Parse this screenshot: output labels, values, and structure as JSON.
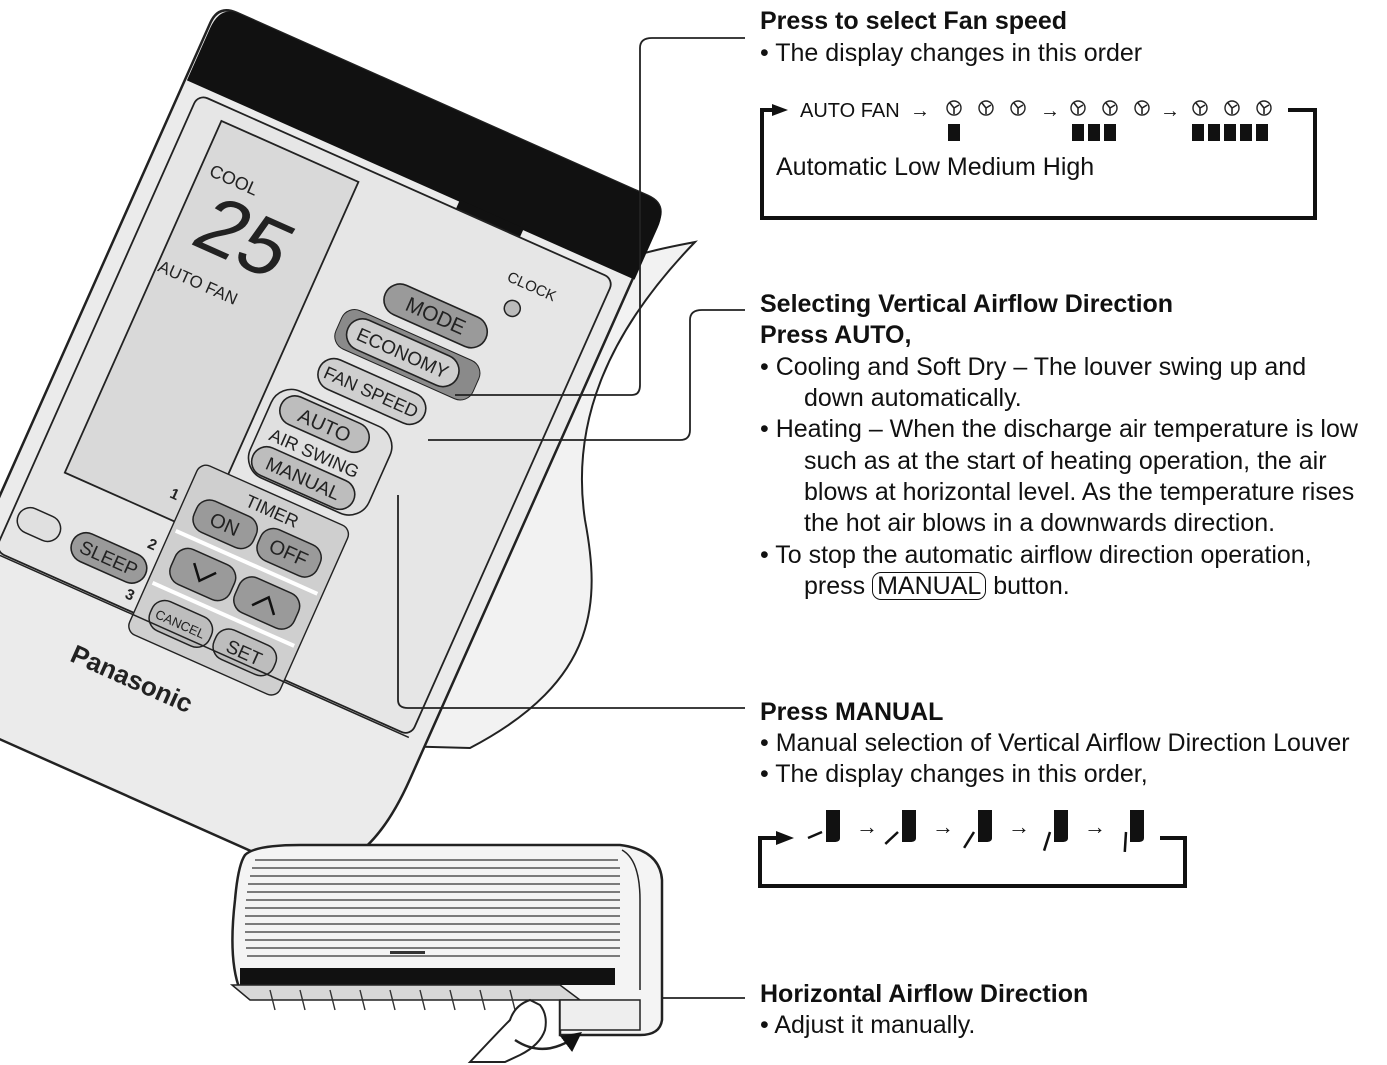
{
  "remote": {
    "display_mode": "COOL",
    "display_temp": "25",
    "display_fan": "AUTO FAN",
    "clock_label": "CLOCK",
    "mode_button": "MODE",
    "economy_button": "ECONOMY",
    "fan_speed_button": "FAN SPEED",
    "auto_button": "AUTO",
    "air_swing_label": "AIR SWING",
    "manual_button": "MANUAL",
    "timer_label": "TIMER",
    "timer_on": "ON",
    "timer_off": "OFF",
    "sleep_button": "SLEEP",
    "cancel_button": "CANCEL",
    "set_button": "SET",
    "brand": "Panasonic",
    "step_numbers": [
      "1",
      "2",
      "3"
    ]
  },
  "fan_speed": {
    "title": "Press to select Fan speed",
    "bullet": "• The display changes in this order",
    "auto_fan": "AUTO FAN",
    "arrow": "→",
    "speed_labels": "Automatic Low Medium High",
    "bar_counts": [
      1,
      3,
      5
    ]
  },
  "vertical": {
    "title": "Selecting Vertical Airflow Direction",
    "subtitle": "Press AUTO,",
    "bullet1_line1": "• Cooling and Soft Dry – The louver swing up and",
    "bullet1_line2": "down automatically.",
    "bullet2_line1": "• Heating – When the discharge air temperature is low",
    "bullet2_line2": "such as at the start of heating operation, the air",
    "bullet2_line3": "blows at horizontal level. As the temperature rises",
    "bullet2_line4": "the hot air blows in a downwards direction.",
    "bullet3_line1": "• To stop the automatic airflow direction operation,",
    "bullet3_press": "press",
    "bullet3_button": "MANUAL",
    "bullet3_end": "button."
  },
  "manual": {
    "title": "Press MANUAL",
    "bullet1": "• Manual selection of Vertical Airflow Direction Louver",
    "bullet2": "• The display changes in this order,",
    "louver_positions": 5
  },
  "horizontal": {
    "title": "Horizontal Airflow Direction",
    "bullet": "• Adjust it manually."
  },
  "colors": {
    "ink": "#111111",
    "remote_body": "#ededed",
    "remote_panel": "#dcdcdc",
    "remote_top": "#111111",
    "button_dark": "#9a9a9a",
    "button_light": "#e2e2e2"
  }
}
